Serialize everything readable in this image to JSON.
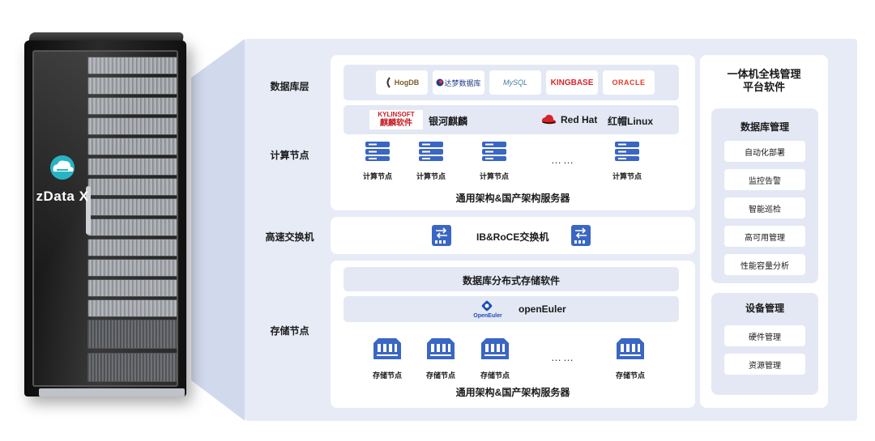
{
  "rack": {
    "brand": "zData X"
  },
  "row_labels": {
    "database": "数据库层",
    "compute": "计算节点",
    "switch": "高速交换机",
    "storage": "存储节点"
  },
  "db_logos": [
    {
      "name": "HogDB"
    },
    {
      "name": "达梦数据库"
    },
    {
      "name": "MySQL"
    },
    {
      "name": "KINGBASE"
    },
    {
      "name": "ORACLE"
    }
  ],
  "os": {
    "kylin_mark_top": "KYLINSOFT",
    "kylin_mark_bottom": "麒麟软件",
    "kylin_name": "银河麒麟",
    "redhat_name": "Red Hat",
    "redhat_linux": "红帽Linux"
  },
  "compute": {
    "nodes": [
      "计算节点",
      "计算节点",
      "计算节点",
      "计算节点"
    ],
    "ellipsis": "……",
    "caption": "通用架构&国产架构服务器"
  },
  "switch": {
    "label": "IB&RoCE交换机"
  },
  "storage": {
    "software": "数据库分布式存储软件",
    "os_mark": "OpenEuler",
    "os_name": "openEuler",
    "nodes": [
      "存储节点",
      "存储节点",
      "存储节点",
      "存储节点"
    ],
    "ellipsis": "……",
    "caption": "通用架构&国产架构服务器"
  },
  "side": {
    "title_line1": "一体机全栈管理",
    "title_line2": "平台软件",
    "db_mgmt": {
      "title": "数据库管理",
      "items": [
        "自动化部署",
        "监控告警",
        "智能巡检",
        "高可用管理",
        "性能容量分析"
      ]
    },
    "device_mgmt": {
      "title": "设备管理",
      "items": [
        "硬件管理",
        "资源管理"
      ]
    }
  },
  "colors": {
    "panel": "#e6ebf6",
    "band": "#e3e8f4",
    "icon_blue": "#3a66c4",
    "redhat": "#d9232b"
  }
}
